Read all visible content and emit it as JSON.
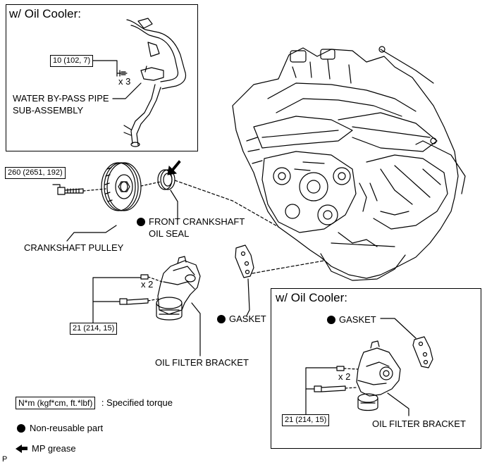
{
  "inset_top": {
    "title": "w/ Oil Cooler:",
    "torque": "10 (102, 7)",
    "qty": "x 3",
    "part_line1": "WATER BY-PASS PIPE",
    "part_line2": "SUB-ASSEMBLY"
  },
  "pulley": {
    "torque": "260 (2651, 192)",
    "label": "CRANKSHAFT PULLEY"
  },
  "seal": {
    "line1": "FRONT CRANKSHAFT",
    "line2": "OIL SEAL"
  },
  "bracket_main": {
    "qty": "x 2",
    "torque": "21 (214, 15)",
    "gasket": "GASKET",
    "label": "OIL FILTER BRACKET"
  },
  "inset_bottom": {
    "title": "w/ Oil Cooler:",
    "gasket": "GASKET",
    "qty": "x 2",
    "torque": "21 (214, 15)",
    "label": "OIL FILTER BRACKET"
  },
  "legend": {
    "torque_box": "N*m (kgf*cm, ft.*lbf)",
    "torque_desc": ": Specified torque",
    "nonreusable": "Non-reusable part",
    "grease": "MP grease"
  },
  "footer_code": "P"
}
